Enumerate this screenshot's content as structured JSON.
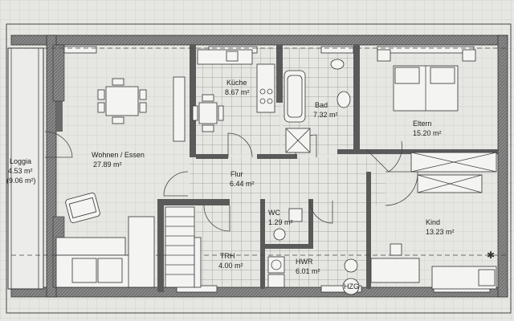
{
  "rooms": {
    "loggia": {
      "name": "Loggia",
      "area": "4.53 m²",
      "note": "(9.06 m²)"
    },
    "wohnen": {
      "name": "Wohnen / Essen",
      "area": "27.89 m²"
    },
    "kueche": {
      "name": "Küche",
      "area": "8.67 m²"
    },
    "bad": {
      "name": "Bad",
      "area": "7.32 m²"
    },
    "eltern": {
      "name": "Eltern",
      "area": "15.20 m²"
    },
    "flur": {
      "name": "Flur",
      "area": "6.44 m²"
    },
    "wc": {
      "name": "WC",
      "area": "1.29 m²"
    },
    "kind": {
      "name": "Kind",
      "area": "13.23 m²"
    },
    "trh": {
      "name": "TRH",
      "area": "4.00 m²"
    },
    "hwr": {
      "name": "HWR",
      "area": "6.01 m²"
    }
  },
  "fixtures": {
    "hzg": "HZG"
  },
  "colors": {
    "paper": "#e9e9e6",
    "wall": "#5a5a5a",
    "line": "#333333"
  }
}
